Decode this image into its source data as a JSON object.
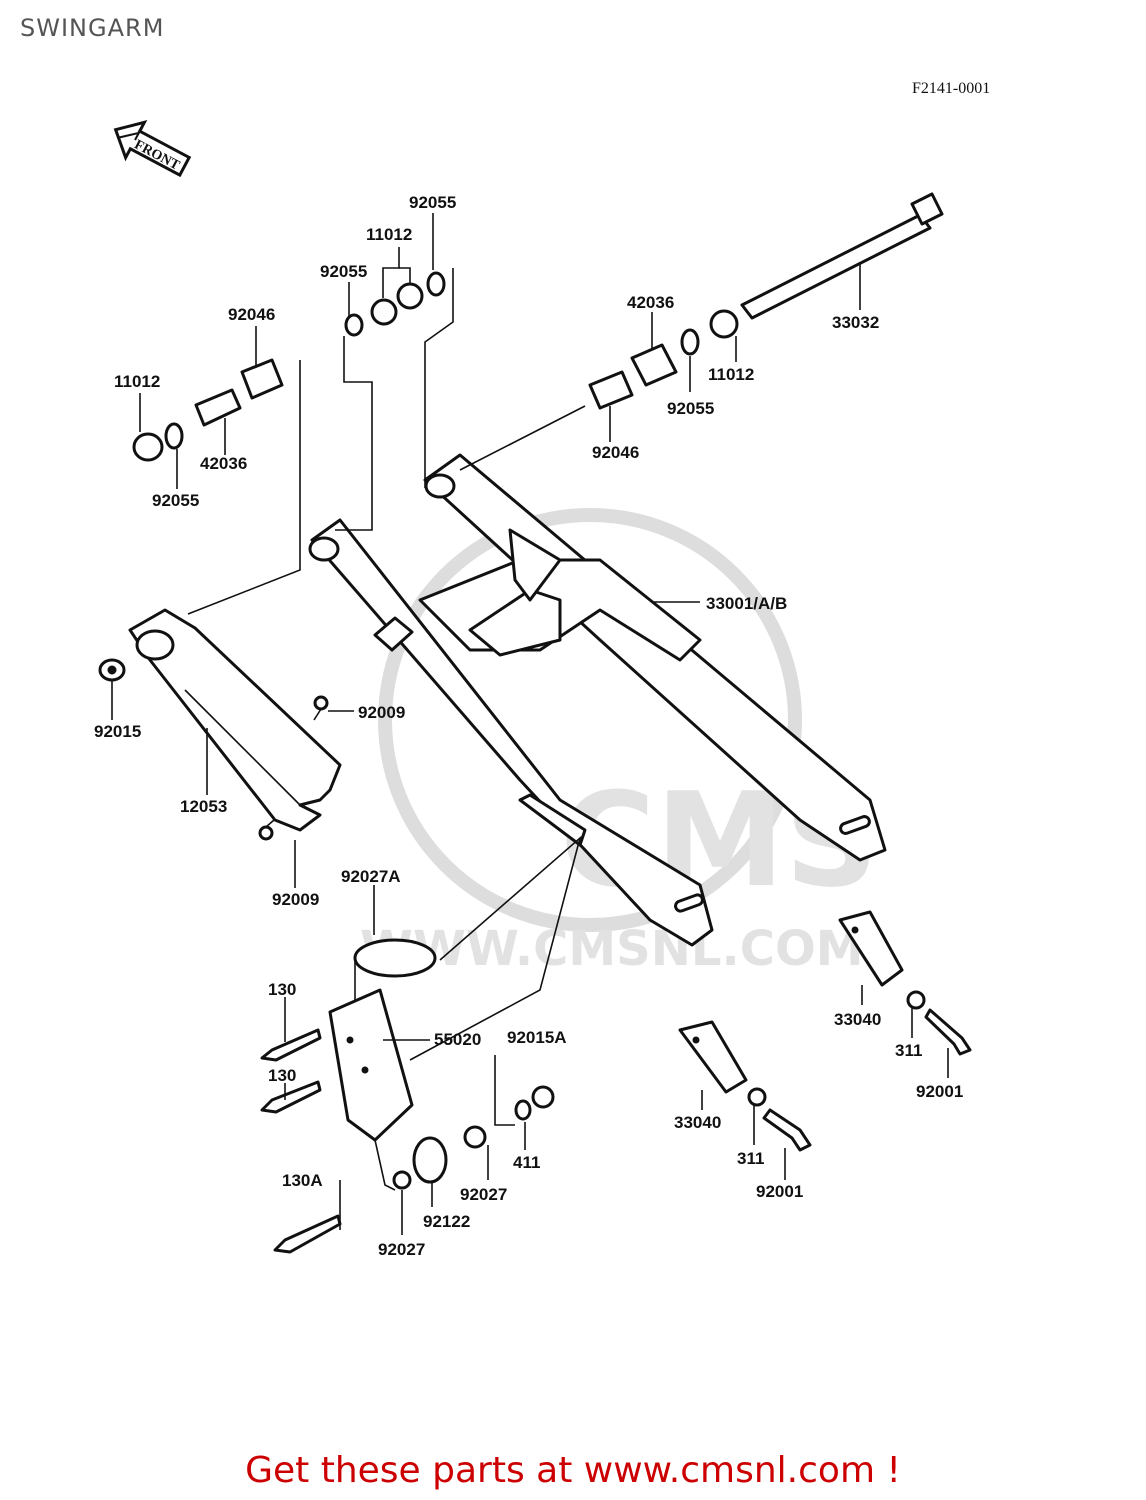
{
  "page_title": "SWINGARM",
  "figure_code": "F2141-0001",
  "front_arrow_label": "FRONT",
  "watermark_text": "WWW.CMSNL.COM",
  "watermark_logo_text": "CMS",
  "call_to_action": "Get these parts at www.cmsnl.com !",
  "accent_color": "#cc0000",
  "labels": {
    "l92055_top": "92055",
    "l11012_top": "11012",
    "l92055_topleft": "92055",
    "l92046_left": "92046",
    "l11012_left": "11012",
    "l42036_left": "42036",
    "l92055_left": "92055",
    "l42036_right": "42036",
    "l33032": "33032",
    "l11012_right": "11012",
    "l92055_right": "92055",
    "l92046_right": "92046",
    "l33001": "33001/A/B",
    "l92015": "92015",
    "l92009_top": "92009",
    "l12053": "12053",
    "l92009_bottom": "92009",
    "l92027A": "92027A",
    "l130_top": "130",
    "l130_mid": "130",
    "l130A": "130A",
    "l55020": "55020",
    "l92015A": "92015A",
    "l411": "411",
    "l92027_right": "92027",
    "l92122": "92122",
    "l92027_bottom": "92027",
    "l33040_right": "33040",
    "l311_right": "311",
    "l92001_right": "92001",
    "l33040_left": "33040",
    "l311_left": "311",
    "l92001_left": "92001"
  }
}
